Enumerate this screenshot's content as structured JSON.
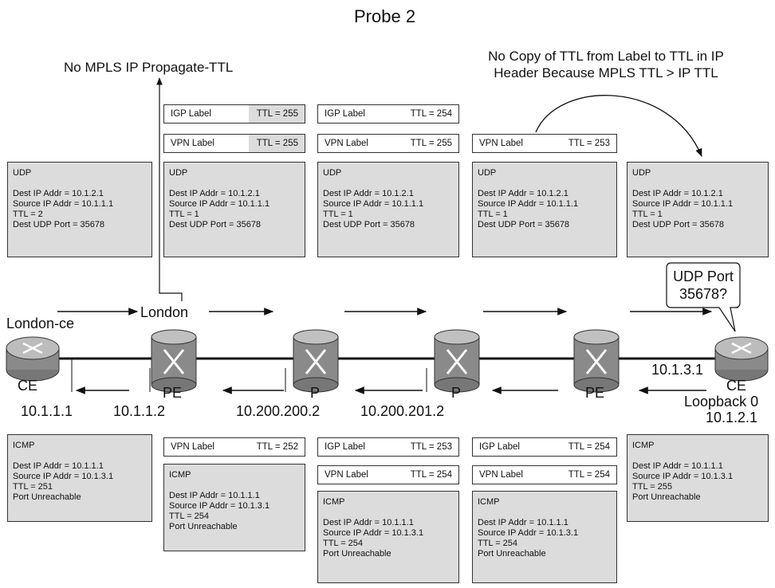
{
  "title": "Probe 2",
  "notes": {
    "propagate": "No MPLS IP Propagate-TTL",
    "nocopy_line1": "No Copy of TTL from Label to TTL in IP",
    "nocopy_line2": "Header Because MPLS TTL > IP TTL"
  },
  "routers": [
    {
      "type": "CE",
      "name": "London-ce"
    },
    {
      "type": "PE",
      "name": "London"
    },
    {
      "type": "P"
    },
    {
      "type": "P"
    },
    {
      "type": "PE"
    },
    {
      "type": "CE",
      "extra1": "Loopback 0",
      "extra2": "10.1.2.1"
    }
  ],
  "addresses": {
    "a1": "10.1.1.1",
    "a2": "10.1.1.2",
    "a3": "10.200.200.2",
    "a4": "10.200.201.2",
    "a5": "10.1.3.1"
  },
  "callout": {
    "line1": "UDP Port",
    "line2": "35678?"
  },
  "top_packets": [
    {
      "labels": [],
      "payload": {
        "proto": "UDP",
        "dest": "Dest IP Addr = 10.1.2.1",
        "src": "Source IP Addr = 10.1.1.1",
        "ttl": "TTL = 2",
        "extra": "Dest UDP Port = 35678"
      }
    },
    {
      "labels": [
        {
          "name": "IGP Label",
          "ttl": "TTL = 255"
        },
        {
          "name": "VPN Label",
          "ttl": "TTL = 255"
        }
      ],
      "payload": {
        "proto": "UDP",
        "dest": "Dest IP Addr = 10.1.2.1",
        "src": "Source IP Addr = 10.1.1.1",
        "ttl": "TTL = 1",
        "extra": "Dest UDP Port = 35678"
      }
    },
    {
      "labels": [
        {
          "name": "IGP Label",
          "ttl": "TTL = 254"
        },
        {
          "name": "VPN Label",
          "ttl": "TTL = 255"
        }
      ],
      "payload": {
        "proto": "UDP",
        "dest": "Dest IP Addr = 10.1.2.1",
        "src": "Source IP Addr = 10.1.1.1",
        "ttl": "TTL = 1",
        "extra": "Dest UDP Port = 35678"
      }
    },
    {
      "labels": [
        {
          "name": "VPN Label",
          "ttl": "TTL = 253"
        }
      ],
      "payload": {
        "proto": "UDP",
        "dest": "Dest IP Addr = 10.1.2.1",
        "src": "Source IP Addr = 10.1.1.1",
        "ttl": "TTL = 1",
        "extra": "Dest UDP Port = 35678"
      }
    },
    {
      "labels": [],
      "payload": {
        "proto": "UDP",
        "dest": "Dest IP Addr = 10.1.2.1",
        "src": "Source IP Addr = 10.1.1.1",
        "ttl": "TTL = 1",
        "extra": "Dest UDP Port = 35678"
      }
    }
  ],
  "bottom_packets": [
    {
      "labels": [],
      "payload": {
        "proto": "ICMP",
        "dest": "Dest IP Addr = 10.1.1.1",
        "src": "Source IP Addr = 10.1.3.1",
        "ttl": "TTL = 251",
        "extra": "Port Unreachable"
      }
    },
    {
      "labels": [
        {
          "name": "VPN Label",
          "ttl": "TTL = 252"
        }
      ],
      "payload": {
        "proto": "ICMP",
        "dest": "Dest IP Addr = 10.1.1.1",
        "src": "Source IP Addr = 10.1.3.1",
        "ttl": "TTL = 254",
        "extra": "Port Unreachable"
      }
    },
    {
      "labels": [
        {
          "name": "IGP Label",
          "ttl": "TTL = 253"
        },
        {
          "name": "VPN Label",
          "ttl": "TTL = 254"
        }
      ],
      "payload": {
        "proto": "ICMP",
        "dest": "Dest IP Addr = 10.1.1.1",
        "src": "Source IP Addr = 10.1.3.1",
        "ttl": "TTL = 254",
        "extra": "Port Unreachable"
      }
    },
    {
      "labels": [
        {
          "name": "IGP Label",
          "ttl": "TTL = 254"
        },
        {
          "name": "VPN Label",
          "ttl": "TTL = 254"
        }
      ],
      "payload": {
        "proto": "ICMP",
        "dest": "Dest IP Addr = 10.1.1.1",
        "src": "Source IP Addr = 10.1.3.1",
        "ttl": "TTL = 254",
        "extra": "Port Unreachable"
      }
    },
    {
      "labels": [],
      "payload": {
        "proto": "ICMP",
        "dest": "Dest IP Addr = 10.1.1.1",
        "src": "Source IP Addr = 10.1.3.1",
        "ttl": "TTL = 255",
        "extra": "Port Unreachable"
      }
    }
  ]
}
